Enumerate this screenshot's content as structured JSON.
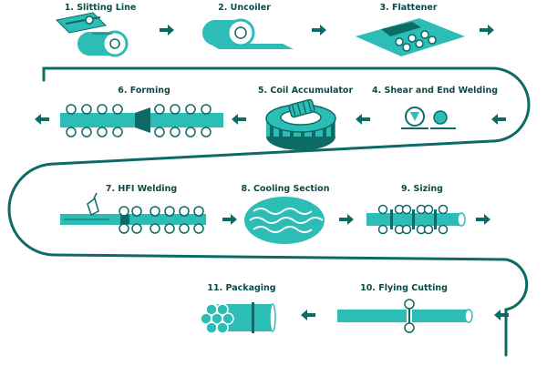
{
  "colors": {
    "teal": "#2bbdb6",
    "dark": "#0d6b66",
    "navy": "#0c4a46",
    "light": "#ffffff"
  },
  "steps": [
    {
      "label": "1. Slitting Line",
      "icon": "slitting-line-icon"
    },
    {
      "label": "2. Uncoiler",
      "icon": "uncoiler-icon"
    },
    {
      "label": "3. Flattener",
      "icon": "flattener-icon"
    },
    {
      "label": "4. Shear and End Welding",
      "icon": "shear-welding-icon"
    },
    {
      "label": "5. Coil Accumulator",
      "icon": "coil-accumulator-icon"
    },
    {
      "label": "6. Forming",
      "icon": "forming-icon"
    },
    {
      "label": "7. HFI Welding",
      "icon": "hfi-welding-icon"
    },
    {
      "label": "8. Cooling Section",
      "icon": "cooling-section-icon"
    },
    {
      "label": "9. Sizing",
      "icon": "sizing-icon"
    },
    {
      "label": "10. Flying Cutting",
      "icon": "flying-cutting-icon"
    },
    {
      "label": "11. Packaging",
      "icon": "packaging-icon"
    }
  ]
}
